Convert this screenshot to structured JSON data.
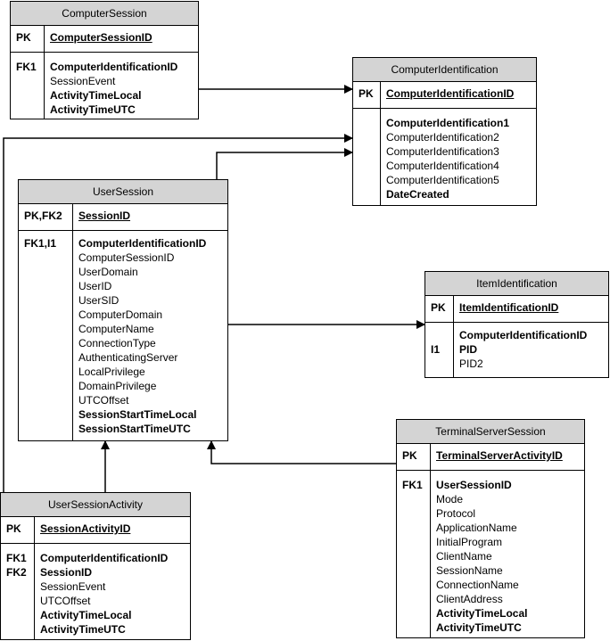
{
  "entities": {
    "computer_session": {
      "title": "ComputerSession",
      "pk": {
        "key": "PK",
        "field": "ComputerSessionID"
      },
      "keys": [
        "FK1",
        "",
        "",
        ""
      ],
      "fields": [
        {
          "name": "ComputerIdentificationID",
          "bold": true
        },
        {
          "name": "SessionEvent",
          "bold": false
        },
        {
          "name": "ActivityTimeLocal",
          "bold": true
        },
        {
          "name": "ActivityTimeUTC",
          "bold": true
        }
      ]
    },
    "computer_identification": {
      "title": "ComputerIdentification",
      "pk": {
        "key": "PK",
        "field": "ComputerIdentificationID"
      },
      "keys": [
        "",
        "",
        "",
        "",
        "",
        ""
      ],
      "fields": [
        {
          "name": "ComputerIdentification1",
          "bold": true
        },
        {
          "name": "ComputerIdentification2",
          "bold": false
        },
        {
          "name": "ComputerIdentification3",
          "bold": false
        },
        {
          "name": "ComputerIdentification4",
          "bold": false
        },
        {
          "name": "ComputerIdentification5",
          "bold": false
        },
        {
          "name": "DateCreated",
          "bold": true
        }
      ]
    },
    "user_session": {
      "title": "UserSession",
      "pk": {
        "key": "PK,FK2",
        "field": "SessionID"
      },
      "keys": [
        "FK1,I1"
      ],
      "fields": [
        {
          "name": "ComputerIdentificationID",
          "bold": true
        },
        {
          "name": "ComputerSessionID",
          "bold": false
        },
        {
          "name": "UserDomain",
          "bold": false
        },
        {
          "name": "UserID",
          "bold": false
        },
        {
          "name": "UserSID",
          "bold": false
        },
        {
          "name": "ComputerDomain",
          "bold": false
        },
        {
          "name": "ComputerName",
          "bold": false
        },
        {
          "name": "ConnectionType",
          "bold": false
        },
        {
          "name": "AuthenticatingServer",
          "bold": false
        },
        {
          "name": "LocalPrivilege",
          "bold": false
        },
        {
          "name": "DomainPrivilege",
          "bold": false
        },
        {
          "name": "UTCOffset",
          "bold": false
        },
        {
          "name": "SessionStartTimeLocal",
          "bold": true
        },
        {
          "name": "SessionStartTimeUTC",
          "bold": true
        }
      ]
    },
    "item_identification": {
      "title": "ItemIdentification",
      "pk": {
        "key": "PK",
        "field": "ItemIdentificationID"
      },
      "keys": [
        "I1"
      ],
      "fields": [
        {
          "name": "ComputerIdentificationID",
          "bold": true
        },
        {
          "name": "PID",
          "bold": true
        },
        {
          "name": "PID2",
          "bold": false
        }
      ]
    },
    "terminal_server_session": {
      "title": "TerminalServerSession",
      "pk": {
        "key": "PK",
        "field": "TerminalServerActivityID"
      },
      "keys": [
        "FK1"
      ],
      "fields": [
        {
          "name": "UserSessionID",
          "bold": true
        },
        {
          "name": "Mode",
          "bold": false
        },
        {
          "name": "Protocol",
          "bold": false
        },
        {
          "name": "ApplicationName",
          "bold": false
        },
        {
          "name": "InitialProgram",
          "bold": false
        },
        {
          "name": "ClientName",
          "bold": false
        },
        {
          "name": "SessionName",
          "bold": false
        },
        {
          "name": "ConnectionName",
          "bold": false
        },
        {
          "name": "ClientAddress",
          "bold": false
        },
        {
          "name": "ActivityTimeLocal",
          "bold": true
        },
        {
          "name": "ActivityTimeUTC",
          "bold": true
        }
      ]
    },
    "user_session_activity": {
      "title": "UserSessionActivity",
      "pk": {
        "key": "PK",
        "field": "SessionActivityID"
      },
      "keys": [
        "FK1",
        "FK2"
      ],
      "fields": [
        {
          "name": "ComputerIdentificationID",
          "bold": true
        },
        {
          "name": "SessionID",
          "bold": true
        },
        {
          "name": "SessionEvent",
          "bold": false
        },
        {
          "name": "UTCOffset",
          "bold": false
        },
        {
          "name": "ActivityTimeLocal",
          "bold": true
        },
        {
          "name": "ActivityTimeUTC",
          "bold": true
        }
      ]
    }
  },
  "relationships": [
    {
      "from": "ComputerSession",
      "to": "ComputerIdentification"
    },
    {
      "from": "UserSession",
      "to": "ComputerIdentification"
    },
    {
      "from": "UserSessionActivity",
      "to": "ComputerIdentification"
    },
    {
      "from": "UserSession",
      "to": "ItemIdentification"
    },
    {
      "from": "UserSessionActivity",
      "to": "UserSession"
    },
    {
      "from": "TerminalServerSession",
      "to": "UserSession"
    }
  ]
}
